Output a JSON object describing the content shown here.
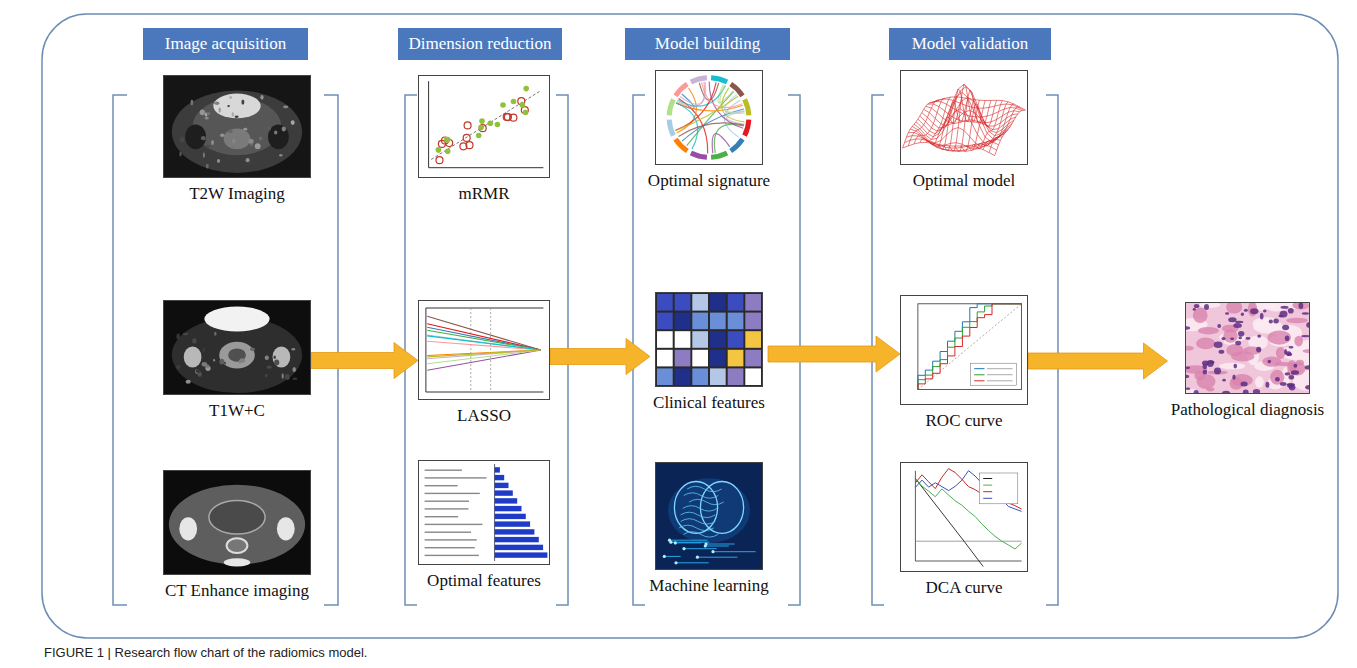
{
  "diagram": {
    "caption": "FIGURE 1 | Research flow chart of the radiomics model.",
    "nodes": [
      {
        "text": [
          "Image acquisition"
        ]
      },
      {
        "text": [
          "Dimension reduction"
        ]
      },
      {
        "text": [
          "Model building"
        ]
      },
      {
        "text": [
          "Model validation"
        ]
      },
      {
        "text": [
          "T2W Imaging"
        ]
      },
      {
        "text": [
          "T1W+C"
        ]
      },
      {
        "text": [
          "CT Enhance imaging"
        ]
      },
      {
        "text": [
          "mRMR"
        ]
      },
      {
        "text": [
          "LASSO"
        ]
      },
      {
        "text": [
          "Optimal features"
        ]
      },
      {
        "text": [
          "Optimal signature"
        ]
      },
      {
        "text": [
          "Clinical features"
        ]
      },
      {
        "text": [
          "Machine learning"
        ]
      },
      {
        "text": [
          "Optimal model"
        ]
      },
      {
        "text": [
          "ROC curve"
        ]
      },
      {
        "text": [
          "DCA curve"
        ]
      },
      {
        "text": [
          "Pathological diagnosis"
        ]
      }
    ],
    "edges": [
      {
        "from": 5,
        "to": 8,
        "arrow": "to"
      },
      {
        "from": 8,
        "to": 11,
        "arrow": "to"
      },
      {
        "from": 11,
        "to": 14,
        "arrow": "to"
      },
      {
        "from": 14,
        "to": 16,
        "arrow": "to"
      }
    ]
  }
}
